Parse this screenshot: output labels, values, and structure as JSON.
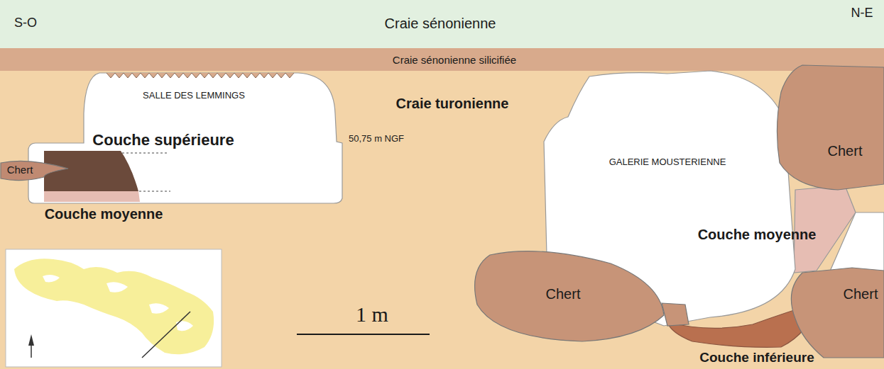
{
  "diagram": {
    "nodes": [
      {
        "text": [
          "Craie sénonienne"
        ]
      },
      {
        "text": [
          "Craie sénonienne silicifiée"
        ]
      },
      {
        "text": [
          "Craie turonienne"
        ]
      },
      {
        "text": [
          "SALLE DES LEMMINGS"
        ],
        "in": 2
      },
      {
        "text": [
          "GALERIE MOUSTERIENNE"
        ],
        "in": 2
      },
      {
        "text": [
          "Chert"
        ],
        "in": 2
      },
      {
        "text": [
          "Chert"
        ],
        "in": 2
      },
      {
        "text": [
          "Chert"
        ],
        "in": 2
      },
      {
        "text": [
          "Chert"
        ],
        "in": 2
      }
    ],
    "labels": [
      "S-O",
      "N-E",
      "Couche supérieure",
      "50,75 m NGF",
      "Couche moyenne",
      "Couche moyenne",
      "Couche inférieure",
      "1 m"
    ]
  }
}
